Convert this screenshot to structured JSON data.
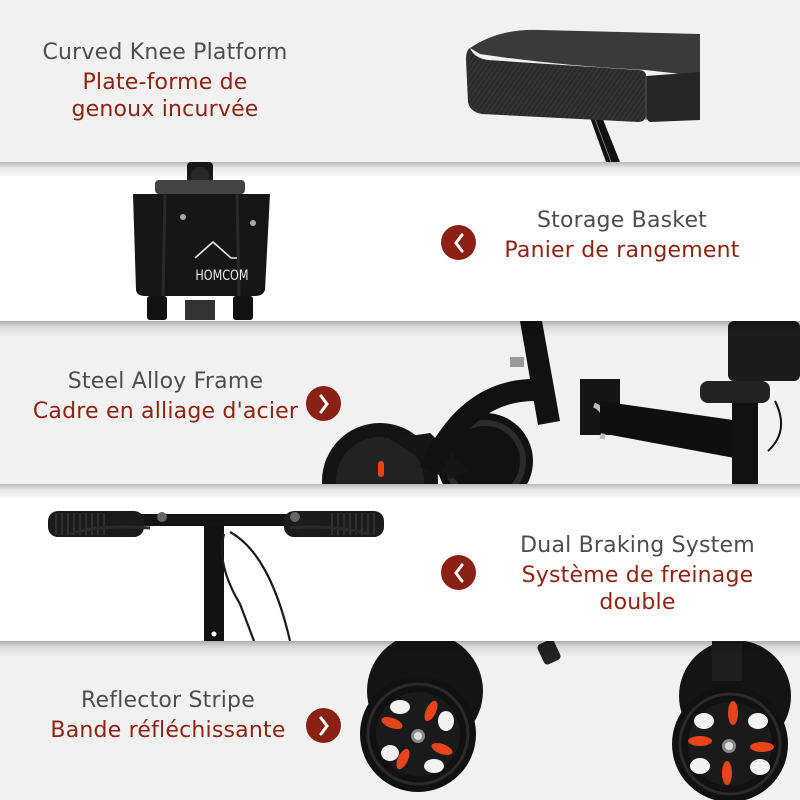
{
  "colors": {
    "english_text": "#4d4d4d",
    "french_text": "#8d2312",
    "arrow_badge": "#8b2114",
    "band_grey": "#f1f1f1",
    "band_white": "#ffffff",
    "reflector": "#e8441c"
  },
  "features": [
    {
      "id": "knee-platform",
      "english": "Curved Knee Platform",
      "french_line1": "Plate-forme de",
      "french_line2": "genoux incurvée",
      "arrow": "none",
      "image": "padded-knee-platform"
    },
    {
      "id": "storage-basket",
      "english": "Storage Basket",
      "french_line1": "Panier de rangement",
      "arrow": "chevron-left-icon",
      "image": "black-basket-bag",
      "brand_mark": "HOMCOM"
    },
    {
      "id": "steel-frame",
      "english": "Steel Alloy Frame",
      "french_line1": "Cadre en alliage d'acier",
      "arrow": "chevron-right-icon",
      "image": "black-steel-frame"
    },
    {
      "id": "dual-braking",
      "english": "Dual Braking System",
      "french_line1": "Système de freinage",
      "french_line2": "double",
      "arrow": "chevron-left-icon",
      "image": "handlebar-with-brake-cables"
    },
    {
      "id": "reflector-stripe",
      "english": "Reflector Stripe",
      "french_line1": "Bande réfléchissante",
      "arrow": "chevron-right-icon",
      "image": "wheels-with-orange-reflectors"
    }
  ]
}
